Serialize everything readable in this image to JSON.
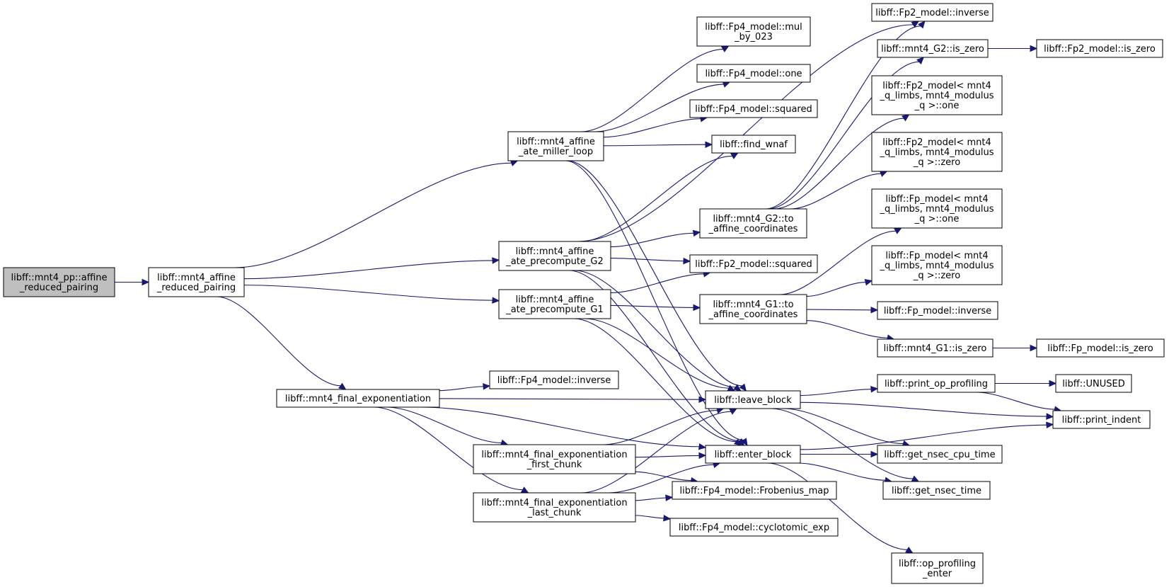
{
  "graph": {
    "nodes": {
      "root": [
        "libff::mnt4_pp::affine",
        "_reduced_pairing"
      ],
      "arp": [
        "libff::mnt4_affine",
        "_reduced_pairing"
      ],
      "miller": [
        "libff::mnt4_affine",
        "_ate_miller_loop"
      ],
      "preG2": [
        "libff::mnt4_affine",
        "_ate_precompute_G2"
      ],
      "preG1": [
        "libff::mnt4_affine",
        "_ate_precompute_G1"
      ],
      "finexp": [
        "libff::mnt4_final_exponentiation"
      ],
      "first": [
        "libff::mnt4_final_exponentiation",
        "_first_chunk"
      ],
      "last": [
        "libff::mnt4_final_exponentiation",
        "_last_chunk"
      ],
      "mul023": [
        "libff::Fp4_model::mul",
        "_by_023"
      ],
      "fp4one": [
        "libff::Fp4_model::one"
      ],
      "fp4sq": [
        "libff::Fp4_model::squared"
      ],
      "wnaf": [
        "libff::find_wnaf"
      ],
      "g2aff": [
        "libff::mnt4_G2::to",
        "_affine_coordinates"
      ],
      "fp2sq": [
        "libff::Fp2_model::squared"
      ],
      "g1aff": [
        "libff::mnt4_G1::to",
        "_affine_coordinates"
      ],
      "fp4inv": [
        "libff::Fp4_model::inverse"
      ],
      "leave": [
        "libff::leave_block"
      ],
      "enter": [
        "libff::enter_block"
      ],
      "frob": [
        "libff::Fp4_model::Frobenius_map"
      ],
      "cyclo": [
        "libff::Fp4_model::cyclotomic_exp"
      ],
      "fp2inv": [
        "libff::Fp2_model::inverse"
      ],
      "g2zero": [
        "libff::mnt4_G2::is_zero"
      ],
      "fp2one": [
        "libff::Fp2_model< mnt4",
        "_q_limbs, mnt4_modulus",
        "_q >::one"
      ],
      "fp2zero": [
        "libff::Fp2_model< mnt4",
        "_q_limbs, mnt4_modulus",
        "_q >::zero"
      ],
      "fpone": [
        "libff::Fp_model< mnt4",
        "_q_limbs, mnt4_modulus",
        "_q >::one"
      ],
      "fpzero": [
        "libff::Fp_model< mnt4",
        "_q_limbs, mnt4_modulus",
        "_q >::zero"
      ],
      "fpinv": [
        "libff::Fp_model::inverse"
      ],
      "g1zero": [
        "libff::mnt4_G1::is_zero"
      ],
      "printop": [
        "libff::print_op_profiling"
      ],
      "cpu": [
        "libff::get_nsec_cpu_time"
      ],
      "nsec": [
        "libff::get_nsec_time"
      ],
      "opent": [
        "libff::op_profiling",
        "_enter"
      ],
      "fp2iszero": [
        "libff::Fp2_model::is_zero"
      ],
      "unused": [
        "libff::UNUSED"
      ],
      "indent": [
        "libff::print_indent"
      ],
      "fpiszero": [
        "libff::Fp_model::is_zero"
      ]
    },
    "edges": [
      [
        "root",
        "arp"
      ],
      [
        "arp",
        "miller"
      ],
      [
        "arp",
        "preG2"
      ],
      [
        "arp",
        "preG1"
      ],
      [
        "arp",
        "finexp"
      ],
      [
        "miller",
        "mul023"
      ],
      [
        "miller",
        "fp4one"
      ],
      [
        "miller",
        "fp4sq"
      ],
      [
        "miller",
        "wnaf"
      ],
      [
        "miller",
        "leave"
      ],
      [
        "miller",
        "enter"
      ],
      [
        "preG2",
        "wnaf"
      ],
      [
        "preG2",
        "fp2inv"
      ],
      [
        "preG2",
        "g2aff"
      ],
      [
        "preG2",
        "fp2sq"
      ],
      [
        "preG2",
        "leave"
      ],
      [
        "preG2",
        "enter"
      ],
      [
        "preG1",
        "fp2sq"
      ],
      [
        "preG1",
        "g1aff"
      ],
      [
        "preG1",
        "leave"
      ],
      [
        "preG1",
        "enter"
      ],
      [
        "finexp",
        "leave"
      ],
      [
        "finexp",
        "fp4inv"
      ],
      [
        "finexp",
        "enter"
      ],
      [
        "finexp",
        "first"
      ],
      [
        "finexp",
        "last"
      ],
      [
        "first",
        "leave"
      ],
      [
        "first",
        "enter"
      ],
      [
        "first",
        "frob"
      ],
      [
        "last",
        "leave"
      ],
      [
        "last",
        "enter"
      ],
      [
        "last",
        "frob"
      ],
      [
        "last",
        "cyclo"
      ],
      [
        "g2aff",
        "fp2zero"
      ],
      [
        "g2aff",
        "fp2inv"
      ],
      [
        "g2aff",
        "g2zero"
      ],
      [
        "g2aff",
        "fp2one"
      ],
      [
        "g2zero",
        "fp2iszero"
      ],
      [
        "g1aff",
        "fpone"
      ],
      [
        "g1aff",
        "fpzero"
      ],
      [
        "g1aff",
        "fpinv"
      ],
      [
        "g1aff",
        "g1zero"
      ],
      [
        "g1zero",
        "fpiszero"
      ],
      [
        "leave",
        "printop"
      ],
      [
        "leave",
        "indent"
      ],
      [
        "leave",
        "cpu"
      ],
      [
        "leave",
        "nsec"
      ],
      [
        "enter",
        "cpu"
      ],
      [
        "enter",
        "nsec"
      ],
      [
        "enter",
        "indent"
      ],
      [
        "enter",
        "opent"
      ],
      [
        "printop",
        "unused"
      ],
      [
        "printop",
        "indent"
      ]
    ]
  }
}
